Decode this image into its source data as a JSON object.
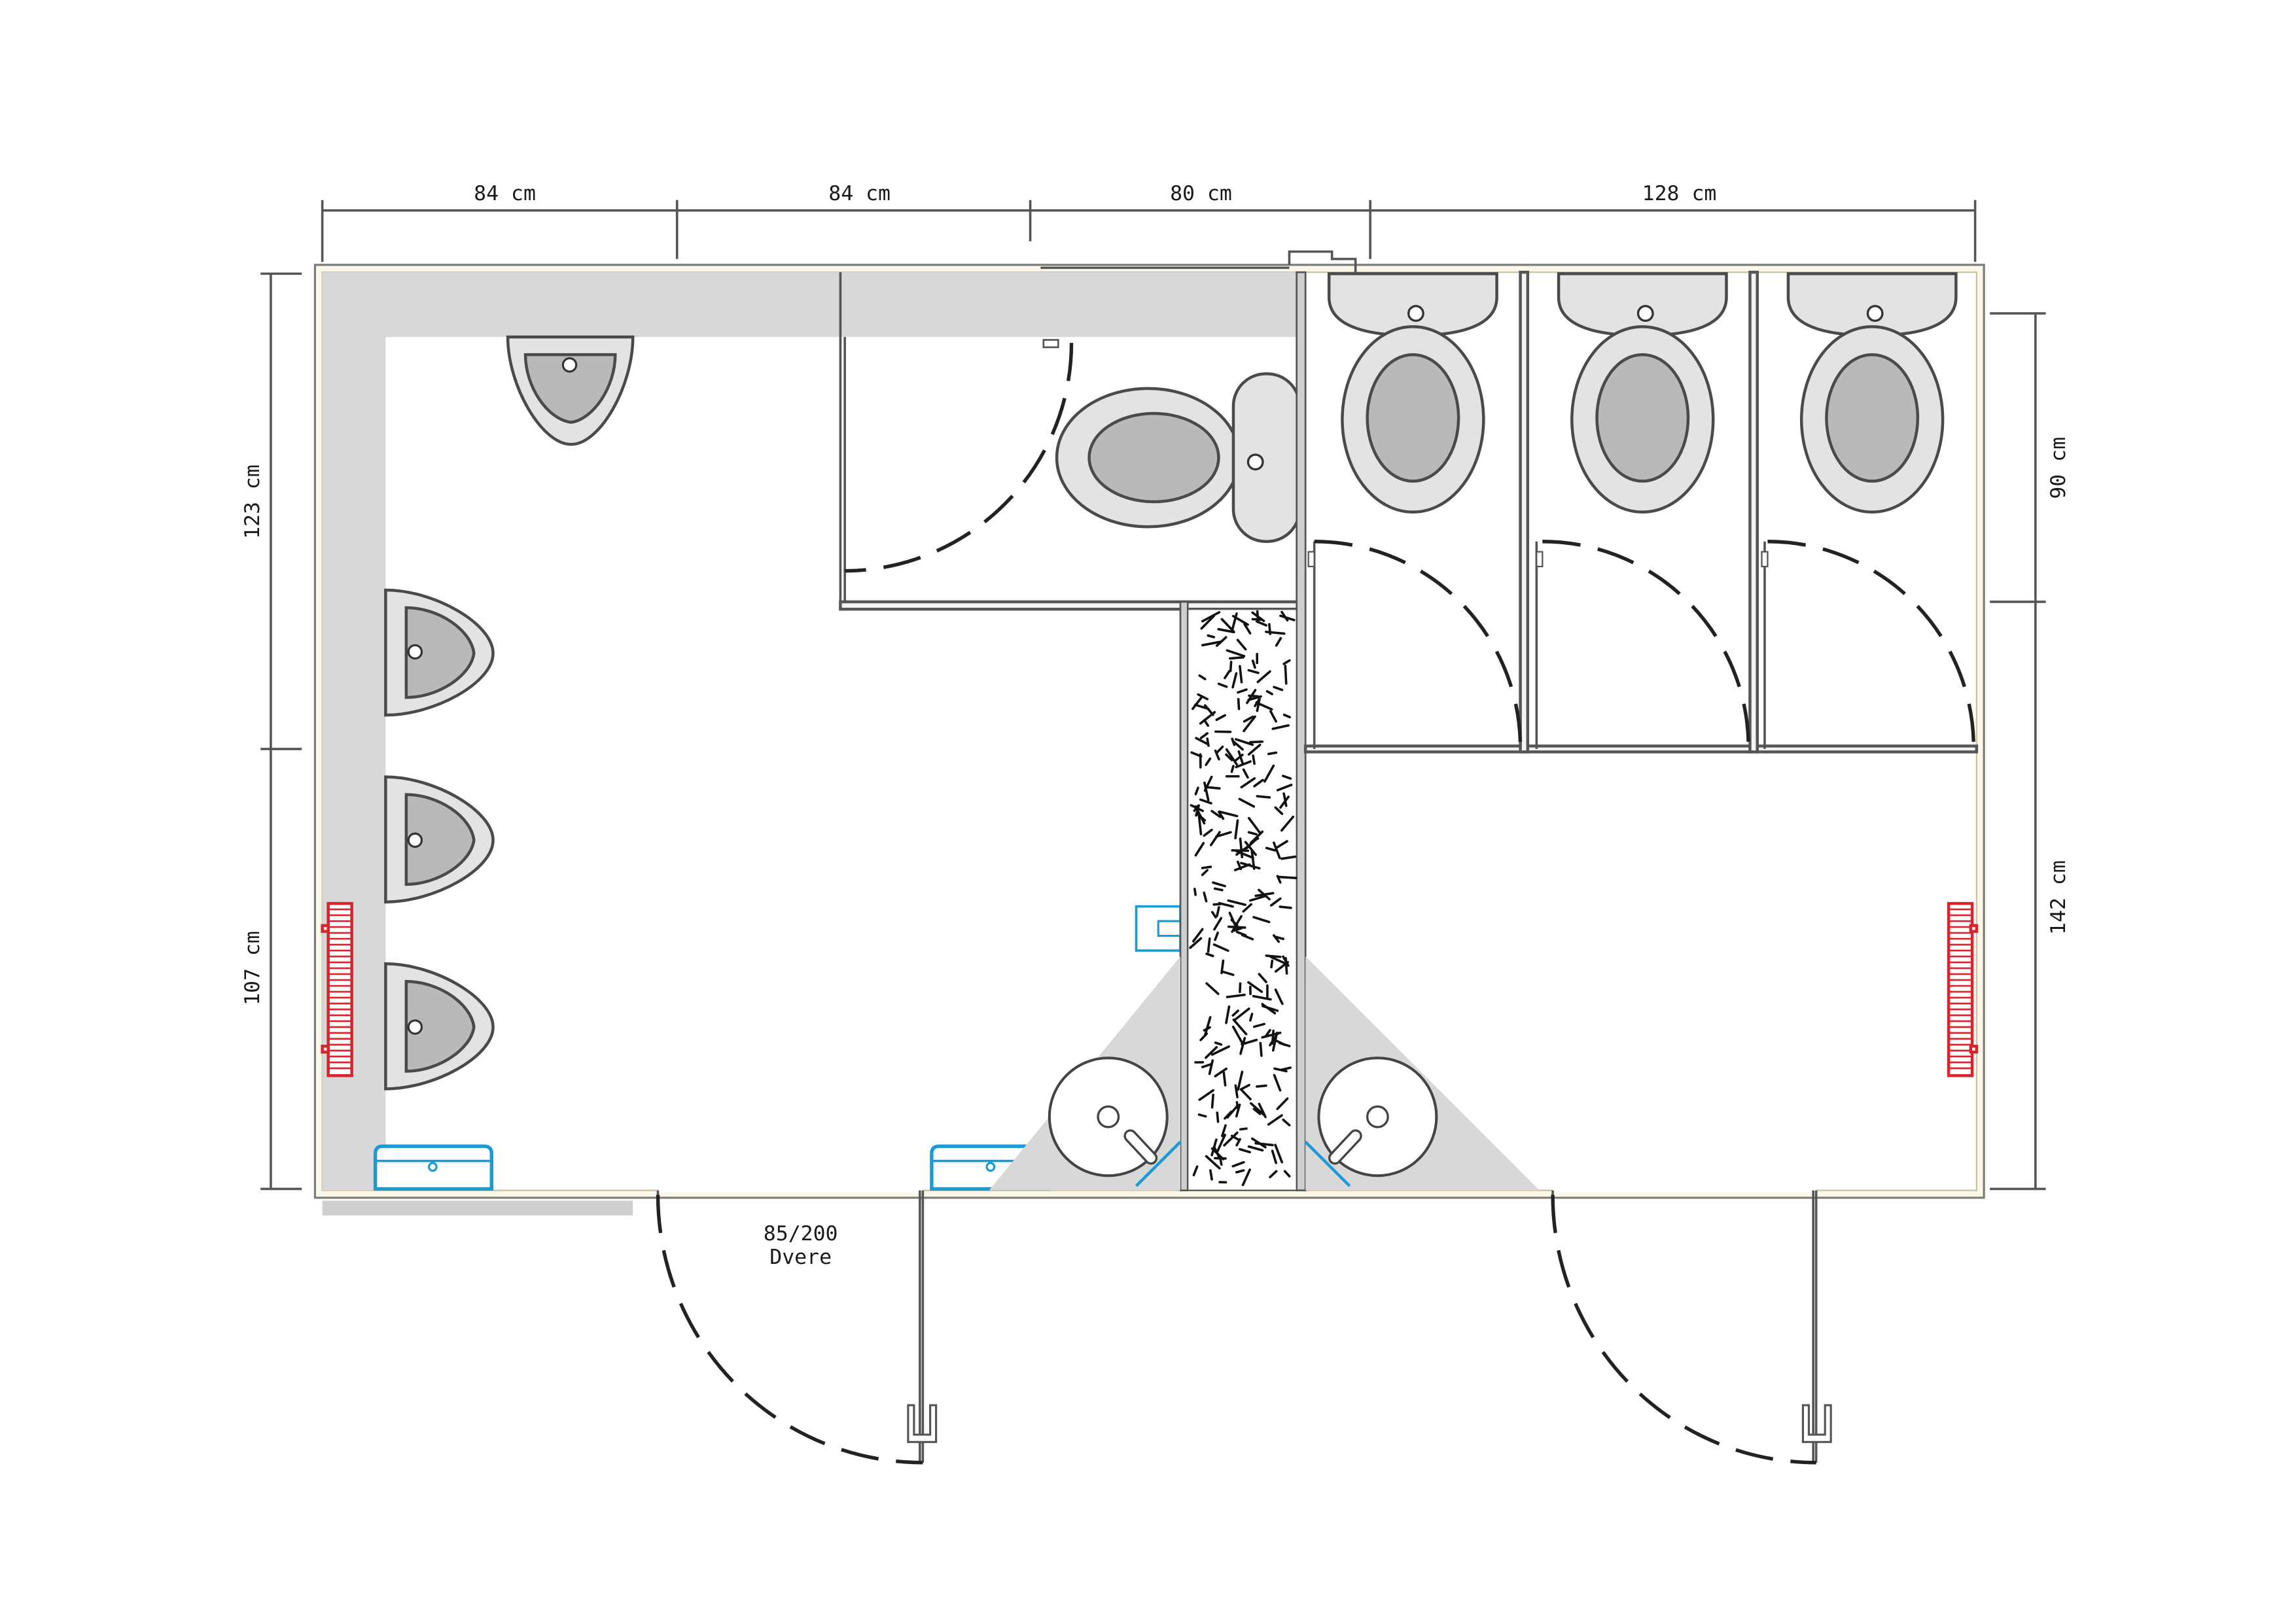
{
  "drawing": {
    "dimensions_top": [
      "84 cm",
      "84 cm",
      "80 cm",
      "128 cm"
    ],
    "dimensions_left": [
      "123 cm",
      "107 cm"
    ],
    "dimensions_right": [
      "90 cm",
      "142 cm"
    ],
    "door_label_line1": "85/200",
    "door_label_line2": "Dvere"
  },
  "colors": {
    "wall_fill": "#d8d8d8",
    "fixture_fill": "#e3e3e3",
    "fixture_inner": "#b9b9b9",
    "frame_accent": "#e8e2c0",
    "heater": "#d8242c",
    "blue_fixtures": "#1b9bd6"
  },
  "icons": [
    "urinal-icon",
    "toilet-icon",
    "sink-icon",
    "heater-icon",
    "door-icon",
    "shelf-icon",
    "paper-holder-icon"
  ]
}
